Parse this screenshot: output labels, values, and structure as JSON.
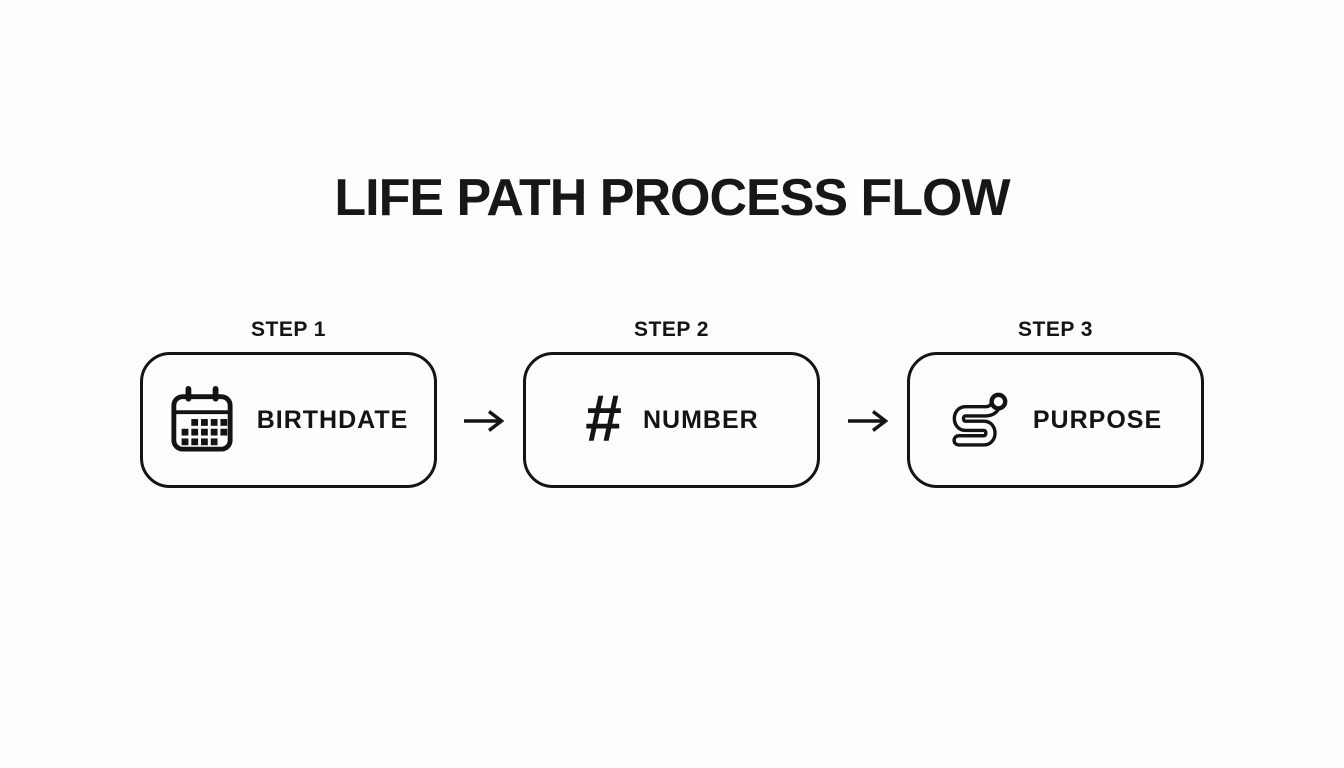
{
  "title": "LIFE PATH PROCESS FLOW",
  "flow": {
    "steps": [
      {
        "label": "STEP 1",
        "name": "BIRTHDATE",
        "icon": "calendar-icon"
      },
      {
        "label": "STEP 2",
        "name": "NUMBER",
        "icon": "hash-icon",
        "glyph": "#"
      },
      {
        "label": "STEP 3",
        "name": "PURPOSE",
        "icon": "route-icon"
      }
    ],
    "connector": "arrow-right"
  },
  "colors": {
    "ink": "#141414",
    "background": "#fdfdfd",
    "box_fill": "#fefefe"
  }
}
